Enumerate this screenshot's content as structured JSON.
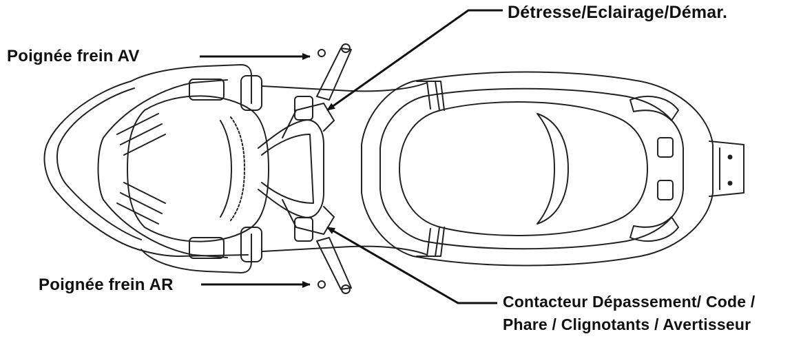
{
  "labels": {
    "front_brake": "Poignée frein AV",
    "rear_brake": "Poignée frein AR",
    "hazard_lighting_start": "Détresse/Eclairage/Démar.",
    "switch_line1": "Contacteur Dépassement/ Code /",
    "switch_line2": "Phare / Clignotants / Avertisseur"
  },
  "colors": {
    "ink": "#111111",
    "background": "#ffffff"
  }
}
